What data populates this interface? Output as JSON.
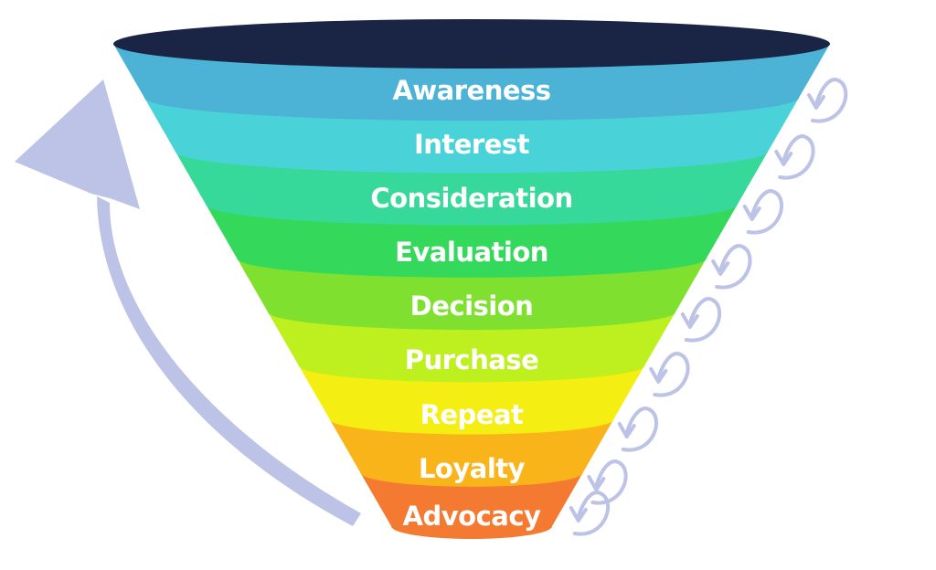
{
  "stages": [
    {
      "label": "Awareness",
      "color": "#4db3d6"
    },
    {
      "label": "Interest",
      "color": "#49d3d9"
    },
    {
      "label": "Consideration",
      "color": "#37d99a"
    },
    {
      "label": "Evaluation",
      "color": "#34d95c"
    },
    {
      "label": "Decision",
      "color": "#7fe030"
    },
    {
      "label": "Purchase",
      "color": "#bdf01e"
    },
    {
      "label": "Repeat",
      "color": "#f5ee12"
    },
    {
      "label": "Loyalty",
      "color": "#f9b41a"
    },
    {
      "label": "Advocacy",
      "color": "#f47a32"
    }
  ],
  "colors": {
    "funnel_top": "#1a2545",
    "arrow": "#bcc3e6"
  }
}
